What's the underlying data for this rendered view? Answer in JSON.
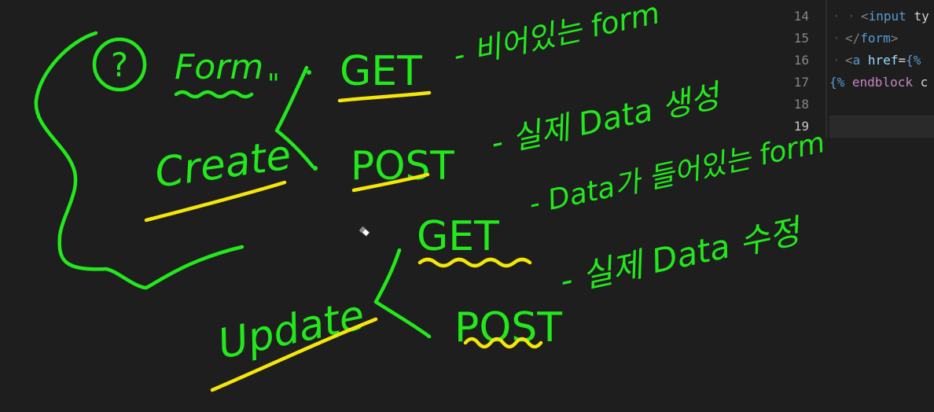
{
  "editor": {
    "lines": [
      {
        "num": "14",
        "dots": "· ·",
        "segments": [
          [
            "tag",
            "<"
          ],
          [
            "tname",
            "input"
          ],
          [
            "plain",
            " ty"
          ]
        ]
      },
      {
        "num": "15",
        "dots": "·",
        "segments": [
          [
            "tag",
            "</"
          ],
          [
            "tname",
            "form"
          ],
          [
            "tag",
            ">"
          ]
        ]
      },
      {
        "num": "16",
        "dots": "·",
        "segments": [
          [
            "tag",
            "<"
          ],
          [
            "tname",
            "a"
          ],
          [
            "plain",
            " "
          ],
          [
            "attr",
            "href"
          ],
          [
            "plain",
            "="
          ],
          [
            "tmpl",
            "{%"
          ],
          [
            "plain",
            " "
          ]
        ]
      },
      {
        "num": "17",
        "dots": "",
        "segments": [
          [
            "tmpl",
            "{%"
          ],
          [
            "plain",
            " "
          ],
          [
            "kw",
            "endblock"
          ],
          [
            "plain",
            " c"
          ]
        ]
      },
      {
        "num": "18",
        "dots": "",
        "segments": []
      },
      {
        "num": "19",
        "dots": "",
        "segments": []
      }
    ],
    "active_line": "19"
  },
  "notes": {
    "question_mark": "?",
    "form": "Form",
    "quote_marks": "\"",
    "create": "Create",
    "update": "Update",
    "create_get_method": "GET",
    "create_get_desc": "- 비어있는 form",
    "create_post_method": "POST",
    "create_post_desc": "- 실제 Data 생성",
    "update_get_method": "GET",
    "update_get_desc": "- Data가 들어있는 form",
    "update_post_method": "POST",
    "update_post_desc": "- 실제 Data 수정"
  },
  "colors": {
    "background": "#1e1e1e",
    "ink_green": "#22e81c",
    "highlight_yellow": "#f5e60a"
  }
}
